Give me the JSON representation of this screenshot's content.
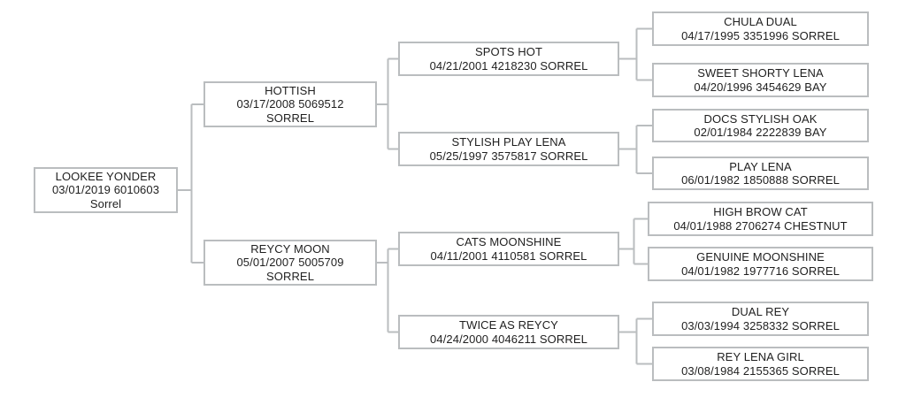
{
  "diagram": {
    "type": "pedigree-tree",
    "background_color": "#ffffff",
    "box_border_color": "#babdbf",
    "line_color": "#babdbf",
    "text_color": "#1f1f1f",
    "root_id": "lookee-yonder",
    "nodes": [
      {
        "id": "lookee-yonder",
        "lines": [
          "LOOKEE YONDER",
          "03/01/2019 6010603",
          "Sorrel"
        ]
      },
      {
        "id": "hottish",
        "lines": [
          "HOTTISH",
          "03/17/2008 5069512",
          "SORREL"
        ]
      },
      {
        "id": "reycy-moon",
        "lines": [
          "REYCY MOON",
          "05/01/2007 5005709",
          "SORREL"
        ]
      },
      {
        "id": "spots-hot",
        "lines": [
          "SPOTS HOT",
          "04/21/2001 4218230 SORREL"
        ]
      },
      {
        "id": "stylish-play-lena",
        "lines": [
          "STYLISH PLAY LENA",
          "05/25/1997 3575817 SORREL"
        ]
      },
      {
        "id": "cats-moonshine",
        "lines": [
          "CATS MOONSHINE",
          "04/11/2001 4110581 SORREL"
        ]
      },
      {
        "id": "twice-as-reycy",
        "lines": [
          "TWICE AS REYCY",
          "04/24/2000 4046211 SORREL"
        ]
      },
      {
        "id": "chula-dual",
        "lines": [
          "CHULA DUAL",
          "04/17/1995 3351996 SORREL"
        ]
      },
      {
        "id": "sweet-shorty-lena",
        "lines": [
          "SWEET SHORTY LENA",
          "04/20/1996 3454629 BAY"
        ]
      },
      {
        "id": "docs-stylish-oak",
        "lines": [
          "DOCS STYLISH OAK",
          "02/01/1984 2222839 BAY"
        ]
      },
      {
        "id": "play-lena",
        "lines": [
          "PLAY LENA",
          "06/01/1982 1850888 SORREL"
        ]
      },
      {
        "id": "high-brow-cat",
        "lines": [
          "HIGH BROW CAT",
          "04/01/1988 2706274 CHESTNUT"
        ]
      },
      {
        "id": "genuine-moonshine",
        "lines": [
          "GENUINE MOONSHINE",
          "04/01/1982 1977716 SORREL"
        ]
      },
      {
        "id": "dual-rey",
        "lines": [
          "DUAL REY",
          "03/03/1994 3258332 SORREL"
        ]
      },
      {
        "id": "rey-lena-girl",
        "lines": [
          "REY LENA GIRL",
          "03/08/1984 2155365 SORREL"
        ]
      }
    ],
    "edges": [
      {
        "parent": "lookee-yonder",
        "children": [
          "hottish",
          "reycy-moon"
        ]
      },
      {
        "parent": "hottish",
        "children": [
          "spots-hot",
          "stylish-play-lena"
        ]
      },
      {
        "parent": "reycy-moon",
        "children": [
          "cats-moonshine",
          "twice-as-reycy"
        ]
      },
      {
        "parent": "spots-hot",
        "children": [
          "chula-dual",
          "sweet-shorty-lena"
        ]
      },
      {
        "parent": "stylish-play-lena",
        "children": [
          "docs-stylish-oak",
          "play-lena"
        ]
      },
      {
        "parent": "cats-moonshine",
        "children": [
          "high-brow-cat",
          "genuine-moonshine"
        ]
      },
      {
        "parent": "twice-as-reycy",
        "children": [
          "dual-rey",
          "rey-lena-girl"
        ]
      }
    ]
  }
}
